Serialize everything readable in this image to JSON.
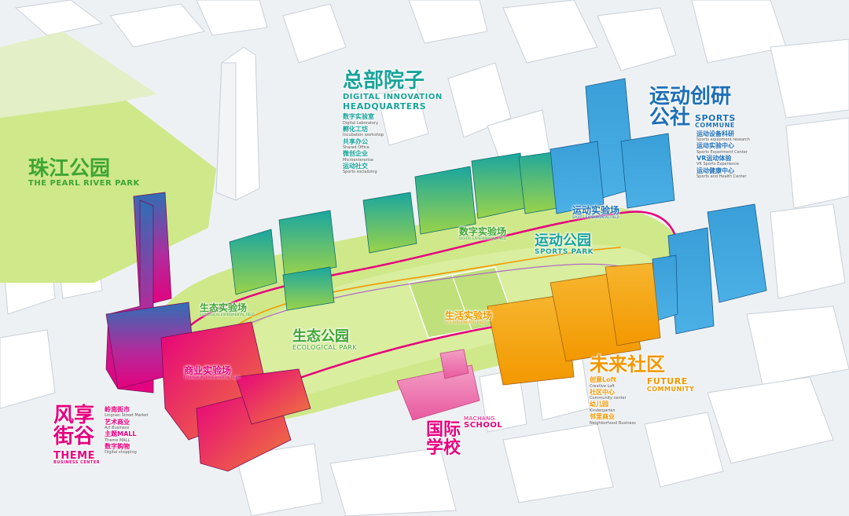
{
  "colors": {
    "green": "#3fa535",
    "teal": "#18a39a",
    "blue": "#1d6fb8",
    "magenta": "#e6007e",
    "orange": "#f39800",
    "park": "#cfe88a"
  },
  "pearl_river_park": {
    "zh": "珠江公园",
    "en": "THE PEARL RIVER PARK"
  },
  "headquarters": {
    "zh": "总部院子",
    "en1": "DIGITAL INNOVATION",
    "en2": "HEADQUARTERS",
    "items": [
      {
        "zh": "数字实验室",
        "en": "Digital Laboratory"
      },
      {
        "zh": "孵化工坊",
        "en": "Incubation workshop"
      },
      {
        "zh": "共享办公",
        "en": "Shared Office"
      },
      {
        "zh": "微创企业",
        "en": "Microenterprise"
      },
      {
        "zh": "运动社交",
        "en": "Sports socializing"
      }
    ]
  },
  "sports_commune": {
    "zh1": "运动创研",
    "zh2": "公社",
    "en1": "SPORTS",
    "en2": "COMMUNE",
    "items": [
      {
        "zh": "运动设备科研",
        "en": "Sports equipment research"
      },
      {
        "zh": "运动实验中心",
        "en": "Sports Experiment Center"
      },
      {
        "zh": "VR运动体验",
        "en": "VR Sports Experience"
      },
      {
        "zh": "运动健康中心",
        "en": "Sports and Health Center"
      }
    ]
  },
  "sports_field": {
    "zh": "运动实验场",
    "en": "SPORTS EXPERIMENTAL FIELD"
  },
  "digital_field": {
    "zh": "数字实验场",
    "en": "DIGITAL EXPERIMENTAL FIELD"
  },
  "sports_park": {
    "zh": "运动公园",
    "en": "SPORTS PARK"
  },
  "eco_field": {
    "zh": "生态实验场",
    "en": "ECOLOGICAL EXPERIMENTAL FIELD"
  },
  "eco_park": {
    "zh": "生态公园",
    "en": "ECOLOGICAL PARK"
  },
  "life_field": {
    "zh": "生活实验场",
    "en": "LIFE EXPERIMENTAL FIELD"
  },
  "commercial_field": {
    "zh": "商业实验场",
    "en": "COMMERCIAL EXPERIMENTAL FIELD"
  },
  "future_community": {
    "zh": "未来社区",
    "en1": "FUTURE",
    "en2": "COMMUNITY",
    "items": [
      {
        "zh": "创意Loft",
        "en": "Creative Loft"
      },
      {
        "zh": "社区中心",
        "en": "Community center"
      },
      {
        "zh": "幼儿园",
        "en": "Kindergarten"
      },
      {
        "zh": "邻里商业",
        "en": "Neighborhood Business"
      }
    ]
  },
  "school": {
    "zh1": "国际",
    "zh2": "学校",
    "en1": "MACHANG",
    "en2": "SCHOOL"
  },
  "theme_center": {
    "zh1": "风享",
    "zh2": "街谷",
    "en1": "THEME",
    "en2": "BUSINESS CENTER",
    "items": [
      {
        "zh": "岭南街市",
        "en": "Lingnan Street Market"
      },
      {
        "zh": "艺术商业",
        "en": "Art Business"
      },
      {
        "zh": "主题MALL",
        "en": "Theme MALL"
      },
      {
        "zh": "数字购物",
        "en": "Digital shopping"
      }
    ]
  }
}
